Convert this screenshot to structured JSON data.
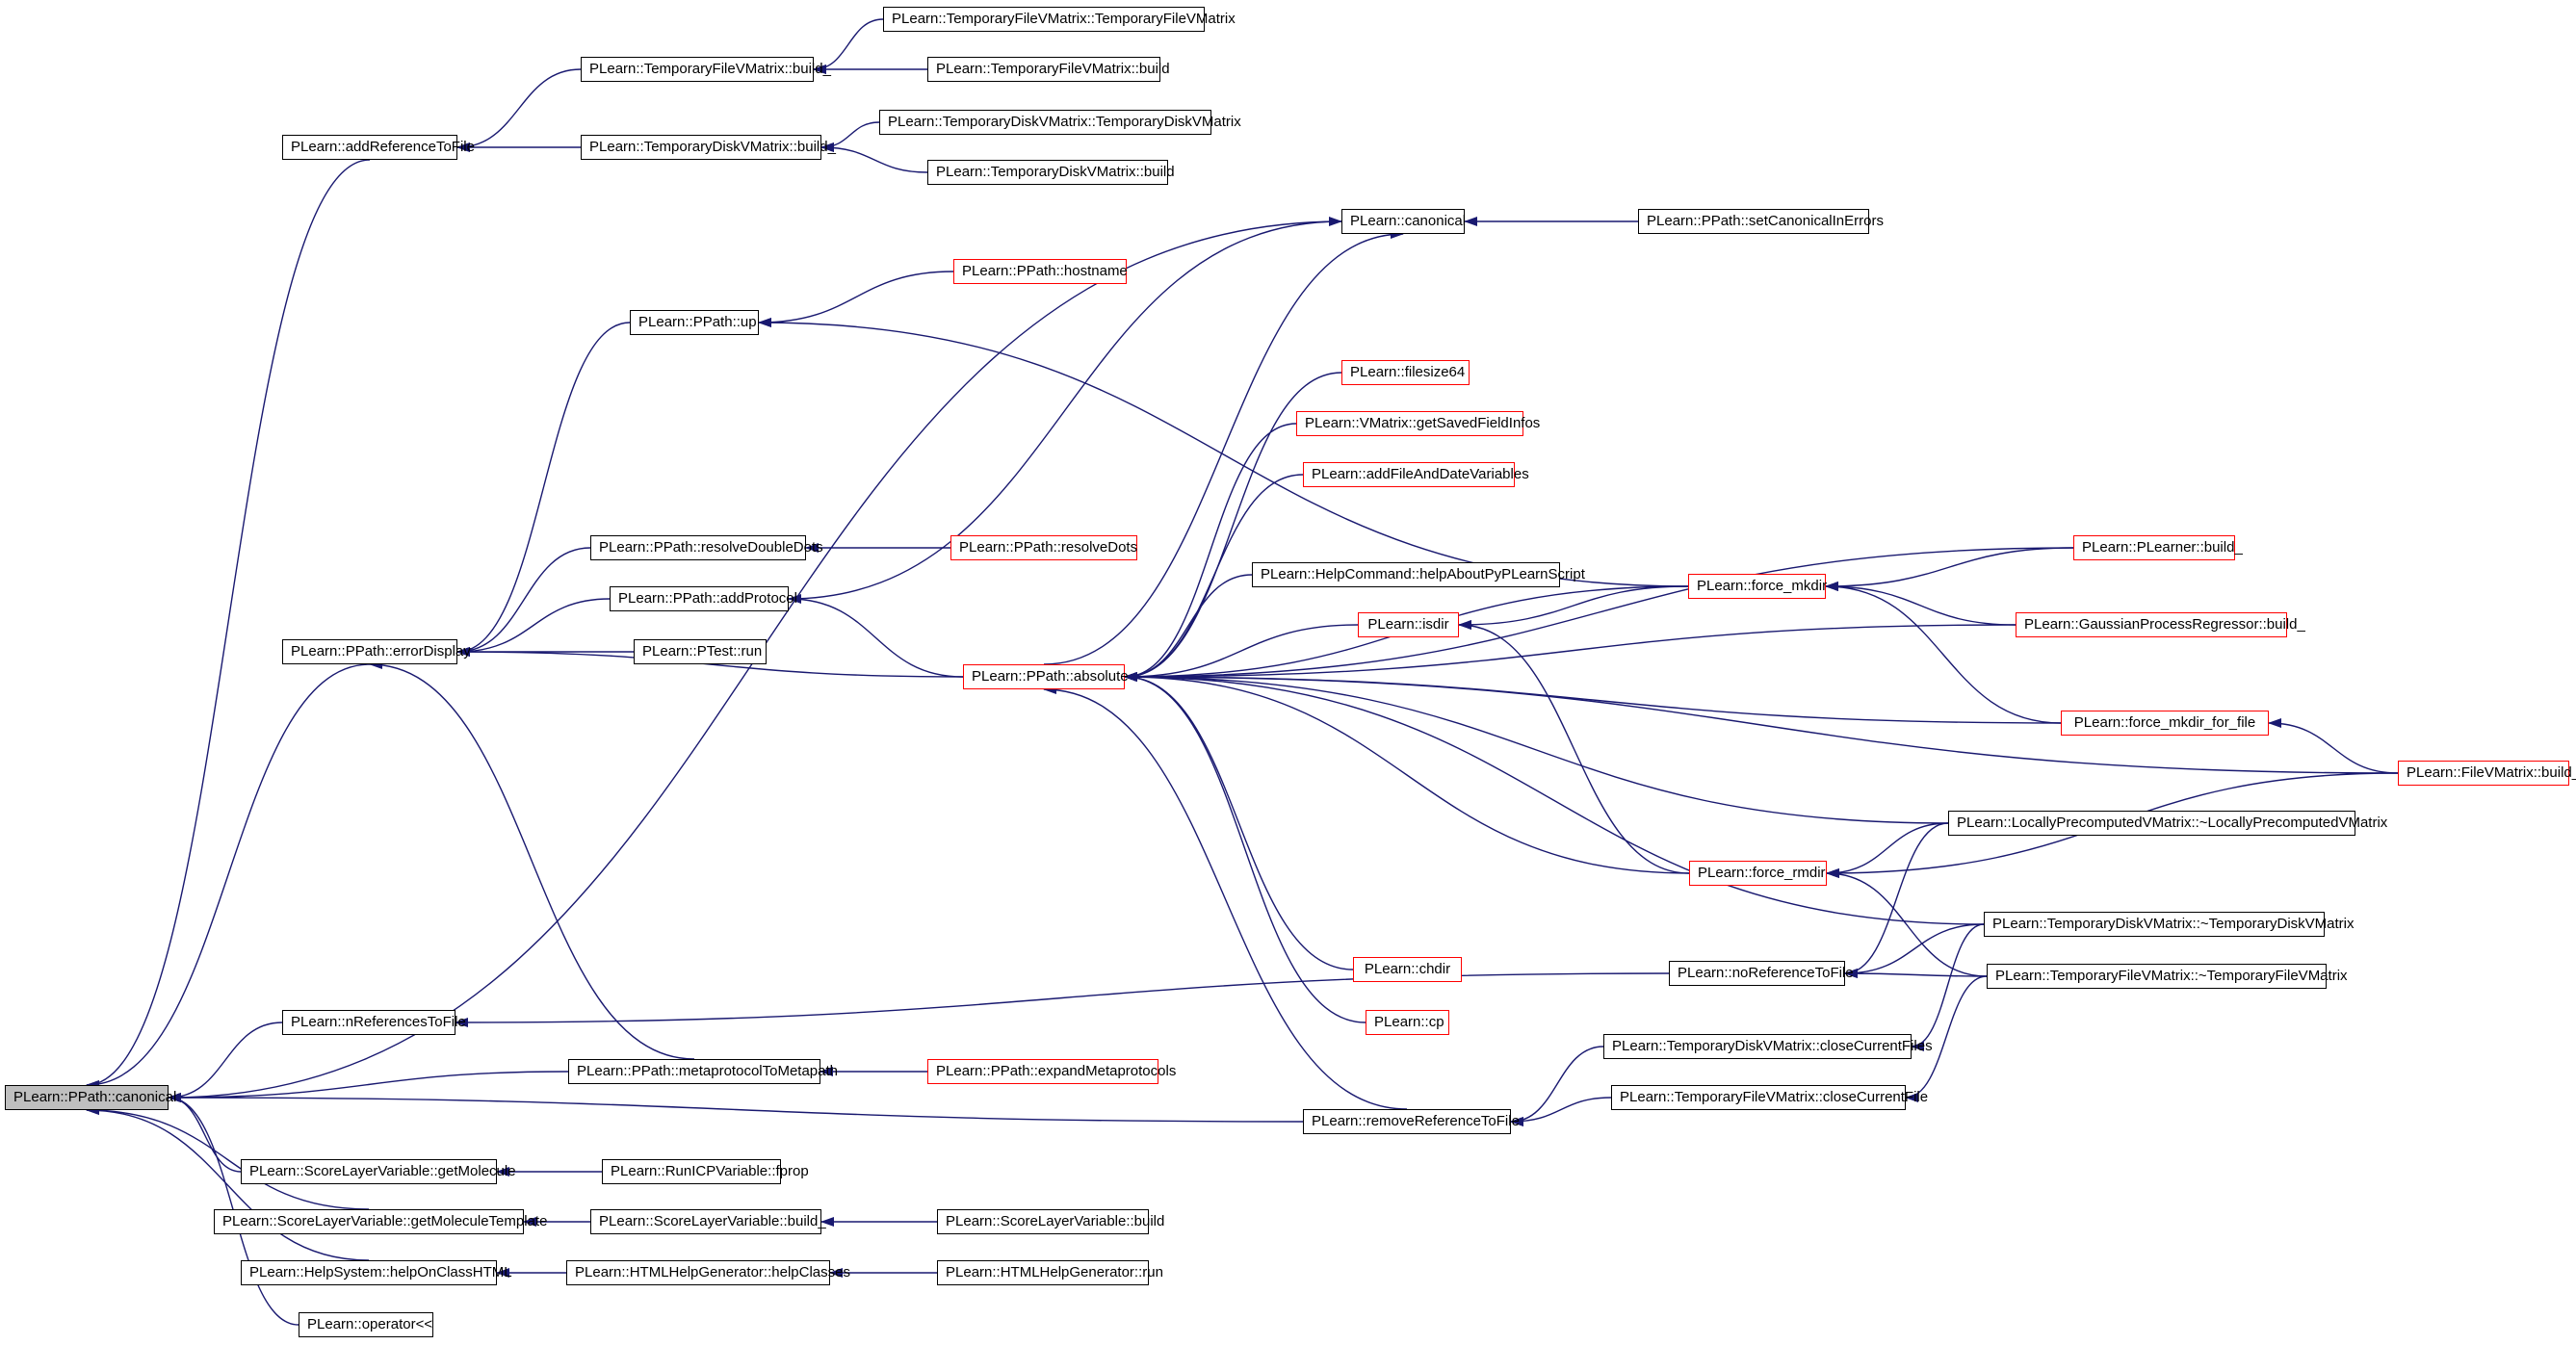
{
  "colors": {
    "edge": "#191970",
    "border": "#000000",
    "red_border": "#ff0000",
    "focus_fill": "#bfbfbf"
  },
  "nodes": [
    {
      "id": "canonical_fn",
      "label": "PLearn::PPath::canonical",
      "style": "focus"
    },
    {
      "id": "addReferenceToFile",
      "label": "PLearn::addReferenceToFile",
      "style": "normal"
    },
    {
      "id": "tfvm_build_",
      "label": "PLearn::TemporaryFileVMatrix::build_",
      "style": "normal"
    },
    {
      "id": "tfvm_ctor",
      "label": "PLearn::TemporaryFileVMatrix::TemporaryFileVMatrix",
      "style": "normal"
    },
    {
      "id": "tfvm_build",
      "label": "PLearn::TemporaryFileVMatrix::build",
      "style": "normal"
    },
    {
      "id": "tdvm_build_",
      "label": "PLearn::TemporaryDiskVMatrix::build_",
      "style": "normal"
    },
    {
      "id": "tdvm_ctor",
      "label": "PLearn::TemporaryDiskVMatrix::TemporaryDiskVMatrix",
      "style": "normal"
    },
    {
      "id": "tdvm_build",
      "label": "PLearn::TemporaryDiskVMatrix::build",
      "style": "normal"
    },
    {
      "id": "canonical",
      "label": "PLearn::canonical",
      "style": "normal"
    },
    {
      "id": "setCanonicalInErrors",
      "label": "PLearn::PPath::setCanonicalInErrors",
      "style": "normal"
    },
    {
      "id": "hostname",
      "label": "PLearn::PPath::hostname",
      "style": "red"
    },
    {
      "id": "up",
      "label": "PLearn::PPath::up",
      "style": "normal"
    },
    {
      "id": "filesize64",
      "label": "PLearn::filesize64",
      "style": "red"
    },
    {
      "id": "getSavedFieldInfos",
      "label": "PLearn::VMatrix::getSavedFieldInfos",
      "style": "red"
    },
    {
      "id": "addFileAndDateVariables",
      "label": "PLearn::addFileAndDateVariables",
      "style": "red"
    },
    {
      "id": "resolveDoubleDots",
      "label": "PLearn::PPath::resolveDoubleDots",
      "style": "normal"
    },
    {
      "id": "resolveDots",
      "label": "PLearn::PPath::resolveDots",
      "style": "red"
    },
    {
      "id": "addProtocol",
      "label": "PLearn::PPath::addProtocol",
      "style": "normal"
    },
    {
      "id": "helpAboutPyPLearnScript",
      "label": "PLearn::HelpCommand::helpAboutPyPLearnScript",
      "style": "normal"
    },
    {
      "id": "force_mkdir",
      "label": "PLearn::force_mkdir",
      "style": "red"
    },
    {
      "id": "plearner_build_",
      "label": "PLearn::PLearner::build_",
      "style": "red"
    },
    {
      "id": "gpr_build_",
      "label": "PLearn::GaussianProcessRegressor::build_",
      "style": "red"
    },
    {
      "id": "errorDisplay",
      "label": "PLearn::PPath::errorDisplay",
      "style": "normal"
    },
    {
      "id": "ptest_run",
      "label": "PLearn::PTest::run",
      "style": "normal"
    },
    {
      "id": "isdir",
      "label": "PLearn::isdir",
      "style": "red"
    },
    {
      "id": "absolute",
      "label": "PLearn::PPath::absolute",
      "style": "red"
    },
    {
      "id": "force_mkdir_for_file",
      "label": "PLearn::force_mkdir_for_file",
      "style": "red"
    },
    {
      "id": "filevmatrix_build_",
      "label": "PLearn::FileVMatrix::build_",
      "style": "red"
    },
    {
      "id": "lpvm_dtor",
      "label": "PLearn::LocallyPrecomputedVMatrix::~LocallyPrecomputedVMatrix",
      "style": "normal"
    },
    {
      "id": "force_rmdir",
      "label": "PLearn::force_rmdir",
      "style": "red"
    },
    {
      "id": "tdvm_dtor",
      "label": "PLearn::TemporaryDiskVMatrix::~TemporaryDiskVMatrix",
      "style": "normal"
    },
    {
      "id": "chdir",
      "label": "PLearn::chdir",
      "style": "red"
    },
    {
      "id": "noReferenceToFile",
      "label": "PLearn::noReferenceToFile",
      "style": "normal"
    },
    {
      "id": "tfvm_dtor",
      "label": "PLearn::TemporaryFileVMatrix::~TemporaryFileVMatrix",
      "style": "normal"
    },
    {
      "id": "cp",
      "label": "PLearn::cp",
      "style": "red"
    },
    {
      "id": "nReferencesToFile",
      "label": "PLearn::nReferencesToFile",
      "style": "normal"
    },
    {
      "id": "tdvm_closeCurrentFiles",
      "label": "PLearn::TemporaryDiskVMatrix::closeCurrentFiles",
      "style": "normal"
    },
    {
      "id": "metaprotocolToMetapath",
      "label": "PLearn::PPath::metaprotocolToMetapath",
      "style": "normal"
    },
    {
      "id": "expandMetaprotocols",
      "label": "PLearn::PPath::expandMetaprotocols",
      "style": "red"
    },
    {
      "id": "tfvm_closeCurrentFile",
      "label": "PLearn::TemporaryFileVMatrix::closeCurrentFile",
      "style": "normal"
    },
    {
      "id": "removeReferenceToFile",
      "label": "PLearn::removeReferenceToFile",
      "style": "normal"
    },
    {
      "id": "getMolecule",
      "label": "PLearn::ScoreLayerVariable::getMolecule",
      "style": "normal"
    },
    {
      "id": "runicp_fprop",
      "label": "PLearn::RunICPVariable::fprop",
      "style": "normal"
    },
    {
      "id": "getMoleculeTemplate",
      "label": "PLearn::ScoreLayerVariable::getMoleculeTemplate",
      "style": "normal"
    },
    {
      "id": "slv_build_",
      "label": "PLearn::ScoreLayerVariable::build_",
      "style": "normal"
    },
    {
      "id": "slv_build",
      "label": "PLearn::ScoreLayerVariable::build",
      "style": "normal"
    },
    {
      "id": "helpOnClassHTML",
      "label": "PLearn::HelpSystem::helpOnClassHTML",
      "style": "normal"
    },
    {
      "id": "helpClasses",
      "label": "PLearn::HTMLHelpGenerator::helpClasses",
      "style": "normal"
    },
    {
      "id": "hhg_run",
      "label": "PLearn::HTMLHelpGenerator::run",
      "style": "normal"
    },
    {
      "id": "operator_ll",
      "label": "PLearn::operator<<",
      "style": "normal"
    }
  ],
  "edges": [
    [
      "canonical_fn",
      "addReferenceToFile"
    ],
    [
      "canonical_fn",
      "canonical"
    ],
    [
      "canonical_fn",
      "errorDisplay"
    ],
    [
      "canonical_fn",
      "nReferencesToFile"
    ],
    [
      "canonical_fn",
      "metaprotocolToMetapath"
    ],
    [
      "canonical_fn",
      "removeReferenceToFile"
    ],
    [
      "canonical_fn",
      "getMolecule"
    ],
    [
      "canonical_fn",
      "getMoleculeTemplate"
    ],
    [
      "canonical_fn",
      "helpOnClassHTML"
    ],
    [
      "canonical_fn",
      "operator_ll"
    ],
    [
      "addReferenceToFile",
      "tfvm_build_"
    ],
    [
      "addReferenceToFile",
      "tdvm_build_"
    ],
    [
      "tfvm_build_",
      "tfvm_ctor"
    ],
    [
      "tfvm_build_",
      "tfvm_build"
    ],
    [
      "tdvm_build_",
      "tdvm_ctor"
    ],
    [
      "tdvm_build_",
      "tdvm_build"
    ],
    [
      "canonical",
      "setCanonicalInErrors"
    ],
    [
      "canonical",
      "addProtocol"
    ],
    [
      "canonical",
      "absolute"
    ],
    [
      "errorDisplay",
      "up"
    ],
    [
      "errorDisplay",
      "resolveDoubleDots"
    ],
    [
      "errorDisplay",
      "addProtocol"
    ],
    [
      "errorDisplay",
      "ptest_run"
    ],
    [
      "errorDisplay",
      "absolute"
    ],
    [
      "errorDisplay",
      "metaprotocolToMetapath"
    ],
    [
      "up",
      "hostname"
    ],
    [
      "up",
      "force_mkdir"
    ],
    [
      "resolveDoubleDots",
      "resolveDots"
    ],
    [
      "addProtocol",
      "absolute"
    ],
    [
      "absolute",
      "filesize64"
    ],
    [
      "absolute",
      "getSavedFieldInfos"
    ],
    [
      "absolute",
      "addFileAndDateVariables"
    ],
    [
      "absolute",
      "helpAboutPyPLearnScript"
    ],
    [
      "absolute",
      "force_mkdir"
    ],
    [
      "absolute",
      "plearner_build_"
    ],
    [
      "absolute",
      "isdir"
    ],
    [
      "absolute",
      "gpr_build_"
    ],
    [
      "absolute",
      "force_mkdir_for_file"
    ],
    [
      "absolute",
      "filevmatrix_build_"
    ],
    [
      "absolute",
      "lpvm_dtor"
    ],
    [
      "absolute",
      "force_rmdir"
    ],
    [
      "absolute",
      "tdvm_dtor"
    ],
    [
      "absolute",
      "chdir"
    ],
    [
      "absolute",
      "cp"
    ],
    [
      "absolute",
      "removeReferenceToFile"
    ],
    [
      "isdir",
      "force_mkdir"
    ],
    [
      "isdir",
      "force_rmdir"
    ],
    [
      "force_mkdir",
      "plearner_build_"
    ],
    [
      "force_mkdir",
      "gpr_build_"
    ],
    [
      "force_mkdir",
      "force_mkdir_for_file"
    ],
    [
      "force_mkdir_for_file",
      "filevmatrix_build_"
    ],
    [
      "force_rmdir",
      "lpvm_dtor"
    ],
    [
      "force_rmdir",
      "filevmatrix_build_"
    ],
    [
      "force_rmdir",
      "tfvm_dtor"
    ],
    [
      "nReferencesToFile",
      "noReferenceToFile"
    ],
    [
      "noReferenceToFile",
      "lpvm_dtor"
    ],
    [
      "noReferenceToFile",
      "tdvm_dtor"
    ],
    [
      "noReferenceToFile",
      "tfvm_dtor"
    ],
    [
      "metaprotocolToMetapath",
      "expandMetaprotocols"
    ],
    [
      "removeReferenceToFile",
      "tdvm_closeCurrentFiles"
    ],
    [
      "removeReferenceToFile",
      "tfvm_closeCurrentFile"
    ],
    [
      "tdvm_closeCurrentFiles",
      "tdvm_dtor"
    ],
    [
      "tfvm_closeCurrentFile",
      "tfvm_dtor"
    ],
    [
      "getMolecule",
      "runicp_fprop"
    ],
    [
      "getMoleculeTemplate",
      "slv_build_"
    ],
    [
      "slv_build_",
      "slv_build"
    ],
    [
      "helpOnClassHTML",
      "helpClasses"
    ],
    [
      "helpClasses",
      "hhg_run"
    ]
  ]
}
